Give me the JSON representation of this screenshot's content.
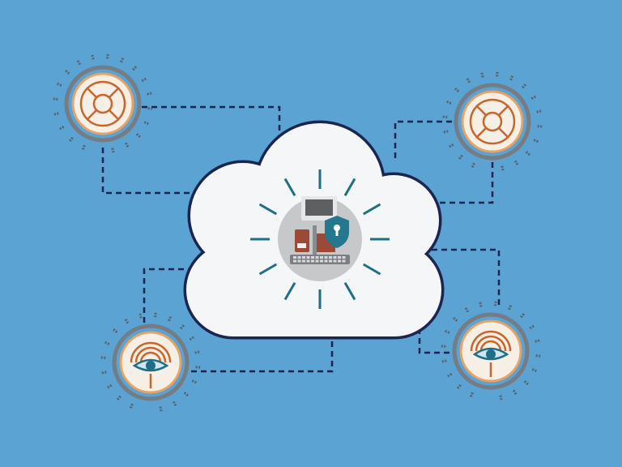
{
  "colors": {
    "background": "#5aa3d3",
    "cloud_fill": "#f5f6f7",
    "cloud_outline": "#1c2550",
    "connector": "#1c2550",
    "ring": "#767c83",
    "ticks": "#5a6068",
    "node_fill": "#f6efe6",
    "node_orange": "#c9652a",
    "node_orange_light": "#eaa262",
    "center_disc": "#c7c8ca",
    "rays": "#1e6e88",
    "shield": "#23788f",
    "monitor": "#5d6063",
    "book": "#9a4a36"
  },
  "nodes": [
    {
      "name": "target-node-top-left",
      "icon": "target-icon"
    },
    {
      "name": "target-node-top-right",
      "icon": "target-icon"
    },
    {
      "name": "eye-node-bottom-left",
      "icon": "eye-scan-icon"
    },
    {
      "name": "eye-node-bottom-right",
      "icon": "eye-scan-icon"
    }
  ],
  "center_icon": "secure-computer-shield-icon"
}
